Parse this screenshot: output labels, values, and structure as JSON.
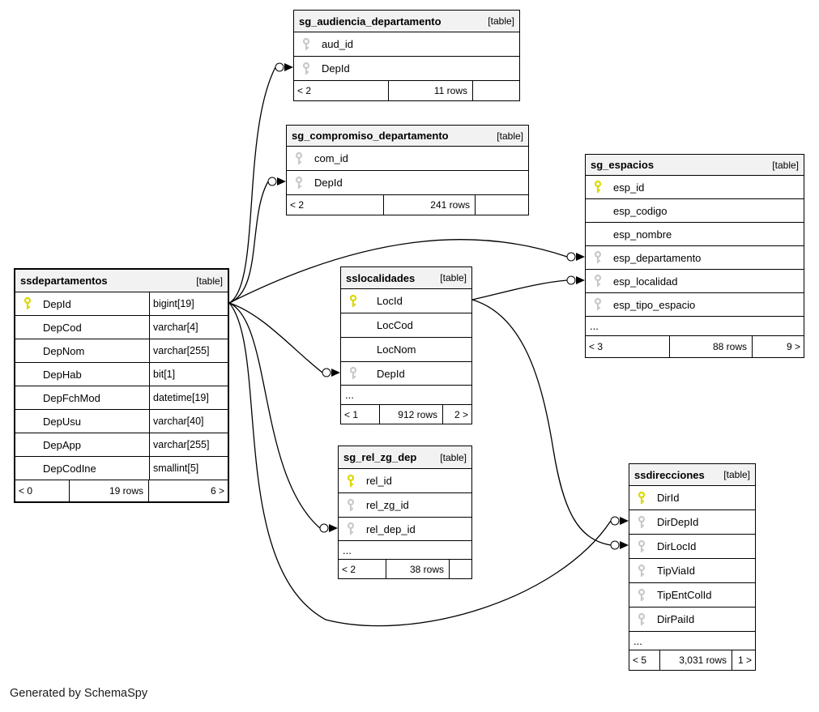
{
  "note": "Generated by SchemaSpy",
  "tables": {
    "audiencia": {
      "name": "sg_audiencia_departamento",
      "badge": "[table]",
      "cols": [
        {
          "name": "aud_id",
          "key": "fk"
        },
        {
          "name": "DepId",
          "key": "fk"
        }
      ],
      "footer": {
        "left": "< 2",
        "center": "11 rows",
        "right": ""
      }
    },
    "compromiso": {
      "name": "sg_compromiso_departamento",
      "badge": "[table]",
      "cols": [
        {
          "name": "com_id",
          "key": "fk"
        },
        {
          "name": "DepId",
          "key": "fk"
        }
      ],
      "footer": {
        "left": "< 2",
        "center": "241 rows",
        "right": ""
      }
    },
    "espacios": {
      "name": "sg_espacios",
      "badge": "[table]",
      "cols": [
        {
          "name": "esp_id",
          "key": "pk"
        },
        {
          "name": "esp_codigo",
          "key": null
        },
        {
          "name": "esp_nombre",
          "key": null
        },
        {
          "name": "esp_departamento",
          "key": "fk"
        },
        {
          "name": "esp_localidad",
          "key": "fk"
        },
        {
          "name": "esp_tipo_espacio",
          "key": "fk"
        }
      ],
      "ellipsis": "...",
      "footer": {
        "left": "< 3",
        "center": "88 rows",
        "right": "9 >"
      }
    },
    "departamentos": {
      "name": "ssdepartamentos",
      "badge": "[table]",
      "cols": [
        {
          "name": "DepId",
          "key": "pk",
          "type": "bigint[19]"
        },
        {
          "name": "DepCod",
          "key": null,
          "type": "varchar[4]"
        },
        {
          "name": "DepNom",
          "key": null,
          "type": "varchar[255]"
        },
        {
          "name": "DepHab",
          "key": null,
          "type": "bit[1]"
        },
        {
          "name": "DepFchMod",
          "key": null,
          "type": "datetime[19]"
        },
        {
          "name": "DepUsu",
          "key": null,
          "type": "varchar[40]"
        },
        {
          "name": "DepApp",
          "key": null,
          "type": "varchar[255]"
        },
        {
          "name": "DepCodIne",
          "key": null,
          "type": "smallint[5]"
        }
      ],
      "footer": {
        "left": "< 0",
        "center": "19 rows",
        "right": "6 >"
      }
    },
    "localidades": {
      "name": "sslocalidades",
      "badge": "[table]",
      "cols": [
        {
          "name": "LocId",
          "key": "pk"
        },
        {
          "name": "LocCod",
          "key": null
        },
        {
          "name": "LocNom",
          "key": null
        },
        {
          "name": "DepId",
          "key": "fk"
        }
      ],
      "ellipsis": "...",
      "footer": {
        "left": "< 1",
        "center": "912 rows",
        "right": "2 >"
      }
    },
    "rel_zg_dep": {
      "name": "sg_rel_zg_dep",
      "badge": "[table]",
      "cols": [
        {
          "name": "rel_id",
          "key": "pk"
        },
        {
          "name": "rel_zg_id",
          "key": "fk"
        },
        {
          "name": "rel_dep_id",
          "key": "fk"
        }
      ],
      "ellipsis": "...",
      "footer": {
        "left": "< 2",
        "center": "38 rows",
        "right": ""
      }
    },
    "direcciones": {
      "name": "ssdirecciones",
      "badge": "[table]",
      "cols": [
        {
          "name": "DirId",
          "key": "pk"
        },
        {
          "name": "DirDepId",
          "key": "fk"
        },
        {
          "name": "DirLocId",
          "key": "fk"
        },
        {
          "name": "TipViaId",
          "key": "fk"
        },
        {
          "name": "TipEntColId",
          "key": "fk"
        },
        {
          "name": "DirPaiId",
          "key": "fk"
        }
      ],
      "ellipsis": "...",
      "footer": {
        "left": "< 5",
        "center": "3,031 rows",
        "right": "1 >"
      }
    }
  },
  "colors": {
    "primary_key": "#dcd800",
    "foreign_key": "#c9c9c9",
    "header_bg": "#f2f2f2",
    "line": "#000000"
  }
}
